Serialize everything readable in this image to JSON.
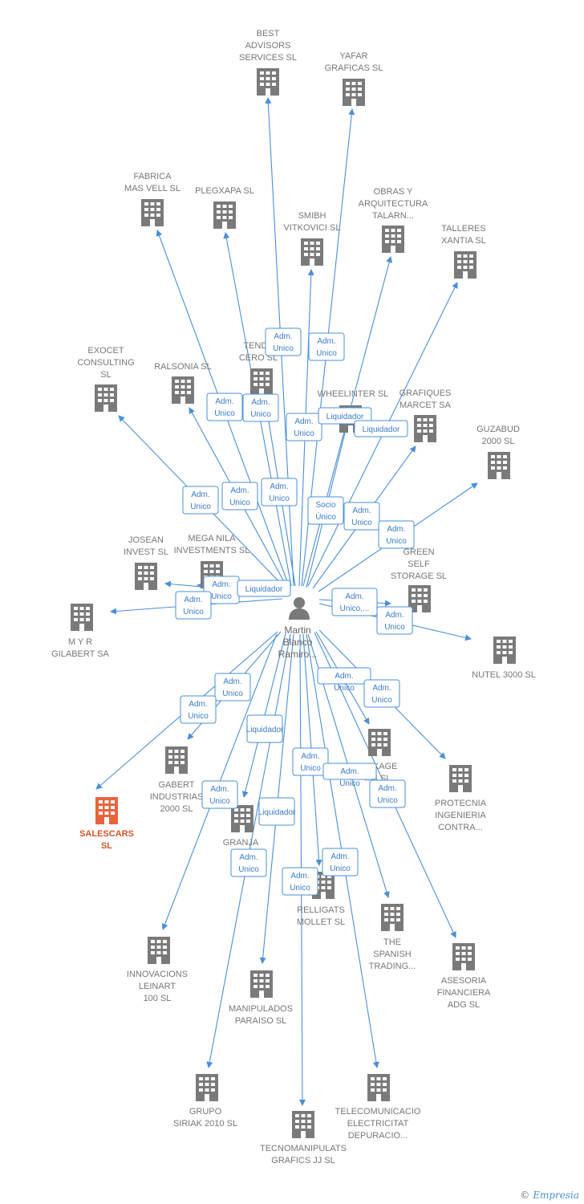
{
  "center": {
    "label_lines": [
      "Martin",
      "Blanco",
      "Ramiro..."
    ],
    "icon": "person-icon"
  },
  "colors": {
    "edge": "#4a8fd9",
    "building": "#7a7a7a",
    "focus_building": "#e8643c",
    "focus_label": "#d9552b"
  },
  "nodes": [
    {
      "id": "best-advisors",
      "lines": [
        "BEST",
        "ADVISORS",
        "SERVICES SL"
      ]
    },
    {
      "id": "yafar",
      "lines": [
        "YAFAR",
        "GRAFICAS  SL"
      ]
    },
    {
      "id": "fabrica-mas-vell",
      "lines": [
        "FABRICA",
        "MAS VELL SL"
      ]
    },
    {
      "id": "plegxapa",
      "lines": [
        "PLEGXAPA SL"
      ]
    },
    {
      "id": "smibh",
      "lines": [
        "SMIBH",
        "VITKOVICI SL"
      ]
    },
    {
      "id": "obras",
      "lines": [
        "OBRAS Y",
        "ARQUITECTURA",
        "TALARN..."
      ]
    },
    {
      "id": "talleres-xantia",
      "lines": [
        "TALLERES",
        "XANTIA SL"
      ]
    },
    {
      "id": "exocet",
      "lines": [
        "EXOCET",
        "CONSULTING",
        "SL"
      ]
    },
    {
      "id": "ralsonia",
      "lines": [
        "RALSONIA SL"
      ]
    },
    {
      "id": "tende-cero",
      "lines": [
        "TENDE",
        "CERO SL"
      ]
    },
    {
      "id": "wheelinter",
      "lines": [
        "WHEELINTER SL"
      ]
    },
    {
      "id": "grafiques-marcet",
      "lines": [
        "GRAFIQUES",
        "MARCET SA"
      ]
    },
    {
      "id": "guzabud",
      "lines": [
        "GUZABUD",
        "2000 SL"
      ]
    },
    {
      "id": "josean",
      "lines": [
        "JOSEAN",
        "INVEST SL"
      ]
    },
    {
      "id": "mega-nila",
      "lines": [
        "MEGA NILA",
        "INVESTMENTS SL"
      ]
    },
    {
      "id": "green-self",
      "lines": [
        "GREEN",
        "SELF",
        "STORAGE SL"
      ]
    },
    {
      "id": "myr-gilabert",
      "lines": [
        "M Y R",
        "GILABERT SA"
      ]
    },
    {
      "id": "nutel",
      "lines": [
        "NUTEL 3000 SL"
      ]
    },
    {
      "id": "salescars",
      "lines": [
        "SALESCARS",
        "SL"
      ],
      "focus": true
    },
    {
      "id": "gabert",
      "lines": [
        "GABERT",
        "INDUSTRIAS",
        "2000 SL"
      ]
    },
    {
      "id": "pickage",
      "lines": [
        "PICKAGE",
        "...S SL"
      ]
    },
    {
      "id": "protecnia",
      "lines": [
        "PROTECNIA",
        "INGENIERIA",
        "CONTRA..."
      ]
    },
    {
      "id": "granja",
      "lines": [
        "GRANJA",
        "CR..."
      ]
    },
    {
      "id": "relligats",
      "lines": [
        "RELLIGATS",
        "MOLLET SL"
      ]
    },
    {
      "id": "the-spanish",
      "lines": [
        "THE",
        "SPANISH",
        "TRADING..."
      ]
    },
    {
      "id": "asesoria",
      "lines": [
        "ASESORIA",
        "FINANCIERA",
        "ADG SL"
      ]
    },
    {
      "id": "innovacions",
      "lines": [
        "INNOVACIONS",
        "LEINART",
        "100 SL"
      ]
    },
    {
      "id": "manipulados",
      "lines": [
        "MANIPULADOS",
        "PARAISO SL"
      ]
    },
    {
      "id": "grupo-siriak",
      "lines": [
        "GRUPO",
        "SIRIAK 2010 SL"
      ]
    },
    {
      "id": "telecomunicacio",
      "lines": [
        "TELECOMUNICACIO",
        "ELECTRICITAT",
        "DEPURACIO..."
      ]
    },
    {
      "id": "tecnomanipulats",
      "lines": [
        "TECNOMANIPULATS",
        "GRAFICS JJ SL"
      ]
    }
  ],
  "edge_labels": [
    {
      "lines": [
        "Adm.",
        "Unico"
      ]
    },
    {
      "lines": [
        "Adm.",
        "Unico"
      ]
    },
    {
      "lines": [
        "Adm.",
        "Unico"
      ]
    },
    {
      "lines": [
        "Adm.",
        "Unico"
      ]
    },
    {
      "lines": [
        "Adm.",
        "Unico"
      ]
    },
    {
      "lines": [
        "Liquidador"
      ]
    },
    {
      "lines": [
        "Liquidador"
      ]
    },
    {
      "lines": [
        "Adm.",
        "Unico"
      ]
    },
    {
      "lines": [
        "Adm.",
        "Unico"
      ]
    },
    {
      "lines": [
        "Adm.",
        "Unico"
      ]
    },
    {
      "lines": [
        "Socio",
        "Único"
      ]
    },
    {
      "lines": [
        "Adm.",
        "Unico"
      ]
    },
    {
      "lines": [
        "Adm.",
        "Unico"
      ]
    },
    {
      "lines": [
        "Adm.",
        "Unico"
      ]
    },
    {
      "lines": [
        "Liquidador"
      ]
    },
    {
      "lines": [
        "Adm.",
        "Unico"
      ]
    },
    {
      "lines": [
        "Adm.",
        "Unico,..."
      ]
    },
    {
      "lines": [
        "Adm.",
        "Unico"
      ]
    },
    {
      "lines": [
        "Adm.",
        "Unico"
      ]
    },
    {
      "lines": [
        "Adm.",
        "Unico"
      ]
    },
    {
      "lines": [
        "Liquidador"
      ]
    },
    {
      "lines": [
        "Adm.",
        "Unico"
      ]
    },
    {
      "lines": [
        "Adm.",
        "Unico"
      ]
    },
    {
      "lines": [
        "Adm.",
        "Unico"
      ]
    },
    {
      "lines": [
        "Liquidador"
      ]
    },
    {
      "lines": [
        "Adm.",
        "Unico"
      ]
    },
    {
      "lines": [
        "Adm.",
        "Unico"
      ]
    },
    {
      "lines": [
        "Adm.",
        "Unico"
      ]
    },
    {
      "lines": [
        "Adm.",
        "Unico"
      ]
    },
    {
      "lines": [
        "Adm.",
        "Unico"
      ]
    },
    {
      "lines": [
        "Adm.",
        "Unico"
      ]
    }
  ],
  "brand": {
    "copyright": "©",
    "name": "Empresia"
  }
}
